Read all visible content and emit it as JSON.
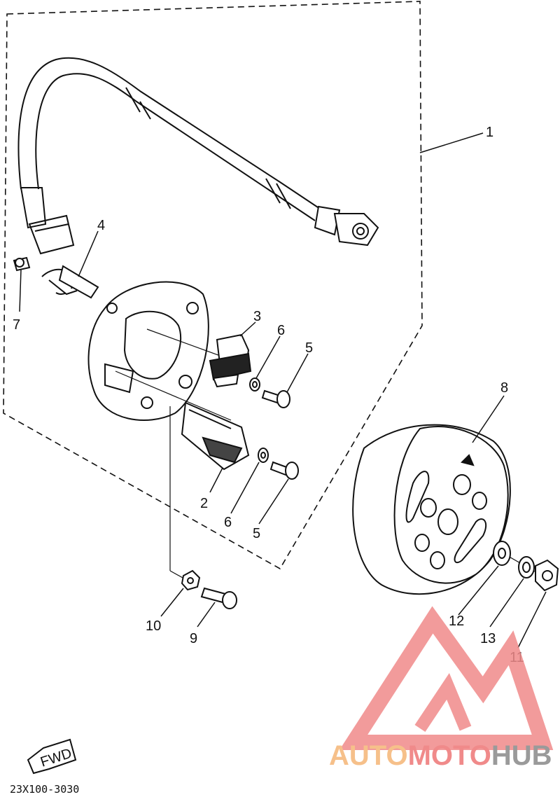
{
  "callouts": {
    "c1": "1",
    "c2": "2",
    "c3": "3",
    "c4": "4",
    "c5a": "5",
    "c5b": "5",
    "c6a": "6",
    "c6b": "6",
    "c7": "7",
    "c8": "8",
    "c9": "9",
    "c10": "10",
    "c11": "11",
    "c12": "12",
    "c13": "13"
  },
  "fwd_label": "FWD",
  "diagram_code": "23X100-3030",
  "watermark": {
    "part_a": "AUTO",
    "part_b": "MOTO",
    "part_c": "HUB"
  },
  "colors": {
    "line": "#111111",
    "watermark_red": "#f08a8a",
    "watermark_orange": "#f6c08a",
    "watermark_gray": "#9a9a9a"
  }
}
